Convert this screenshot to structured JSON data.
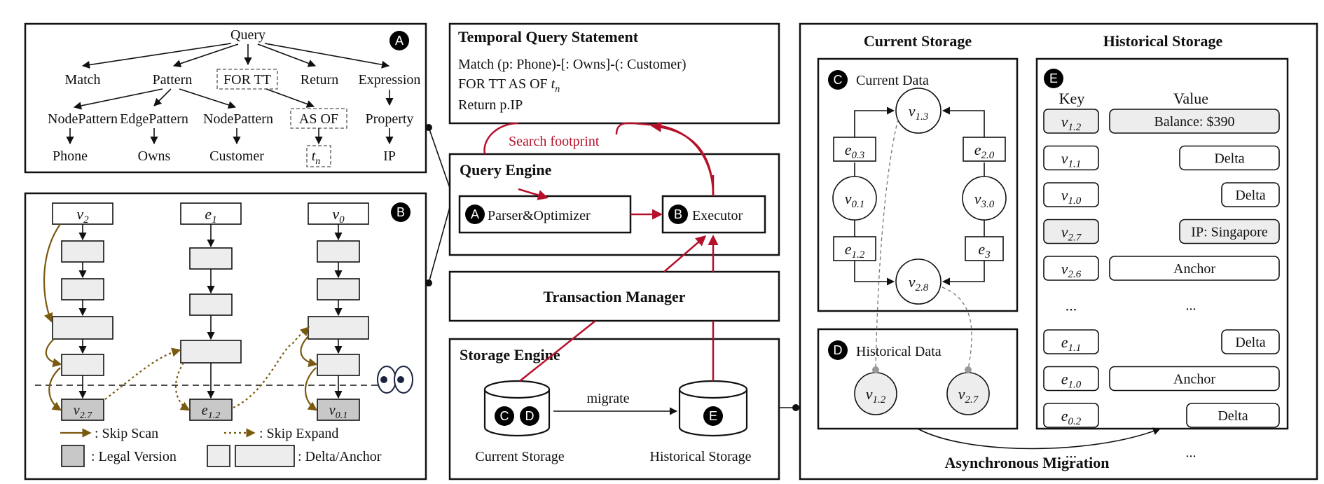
{
  "panelA": {
    "badge": "A",
    "root": "Query",
    "level1": [
      "Match",
      "Pattern",
      "FOR TT",
      "Return",
      "Expression"
    ],
    "level2": [
      "NodePattern",
      "EdgePattern",
      "NodePattern",
      "AS OF",
      "Property"
    ],
    "level3": [
      "Phone",
      "Owns",
      "Customer",
      "t",
      "IP"
    ],
    "level3_sub": "n"
  },
  "panelB": {
    "badge": "B",
    "columns": [
      {
        "head": "v",
        "head_sub": "2",
        "legal": "v",
        "legal_sub": "2.7"
      },
      {
        "head": "e",
        "head_sub": "1",
        "legal": "e",
        "legal_sub": "1.2"
      },
      {
        "head": "v",
        "head_sub": "0",
        "legal": "v",
        "legal_sub": "0.1"
      }
    ],
    "legend": {
      "skip_scan": ": Skip Scan",
      "skip_expand": ": Skip Expand",
      "legal_version": ": Legal Version",
      "delta_anchor": ": Delta/Anchor"
    }
  },
  "statement": {
    "title": "Temporal Query Statement",
    "line1": "Match (p: Phone)-[: Owns]-(: Customer)",
    "line2": "FOR TT AS OF ",
    "line2_var": "t",
    "line2_sub": "n",
    "line3": "Return p.IP"
  },
  "search_footprint": "Search footprint",
  "query_engine": {
    "title": "Query Engine",
    "parser_badge": "A",
    "parser": "Parser&Optimizer",
    "executor_badge": "B",
    "executor": "Executor"
  },
  "transaction_manager": "Transaction Manager",
  "storage_engine": {
    "title": "Storage Engine",
    "migrate": "migrate",
    "current_badges": [
      "C",
      "D"
    ],
    "historical_badge": "E",
    "current_label": "Current Storage",
    "historical_label": "Historical Storage"
  },
  "right": {
    "current_storage": "Current Storage",
    "historical_storage": "Historical Storage",
    "current_data": {
      "badge": "C",
      "title": "Current Data"
    },
    "historical_data": {
      "badge": "D",
      "title": "Historical Data"
    },
    "async": "Asynchronous Migration",
    "nodes": [
      {
        "base": "v",
        "sub": "1.3"
      },
      {
        "base": "v",
        "sub": "0.1"
      },
      {
        "base": "v",
        "sub": "3.0"
      },
      {
        "base": "v",
        "sub": "2.8"
      }
    ],
    "edges": [
      {
        "base": "e",
        "sub": "0.3"
      },
      {
        "base": "e",
        "sub": "2.0"
      },
      {
        "base": "e",
        "sub": "1.2"
      },
      {
        "base": "e",
        "sub": "3"
      }
    ],
    "hist_nodes": [
      {
        "base": "v",
        "sub": "1.2"
      },
      {
        "base": "v",
        "sub": "2.7"
      }
    ],
    "table": {
      "badge": "E",
      "key_header": "Key",
      "value_header": "Value",
      "rows": [
        {
          "base": "v",
          "sub": "1.2",
          "value": "Balance: $390",
          "gray": true
        },
        {
          "base": "v",
          "sub": "1.1",
          "value": "Delta",
          "gray": false
        },
        {
          "base": "v",
          "sub": "1.0",
          "value": "Delta",
          "gray": false
        },
        {
          "base": "v",
          "sub": "2.7",
          "value": "IP: Singapore",
          "gray": true
        },
        {
          "base": "v",
          "sub": "2.6",
          "value": "Anchor",
          "gray": false
        },
        {
          "base": "...",
          "sub": "",
          "value": "...",
          "gray": false
        },
        {
          "base": "e",
          "sub": "1.1",
          "value": "Delta",
          "gray": false
        },
        {
          "base": "e",
          "sub": "1.0",
          "value": "Anchor",
          "gray": false
        },
        {
          "base": "e",
          "sub": "0.2",
          "value": "Delta",
          "gray": false
        },
        {
          "base": "...",
          "sub": "",
          "value": "...",
          "gray": false
        }
      ]
    }
  }
}
